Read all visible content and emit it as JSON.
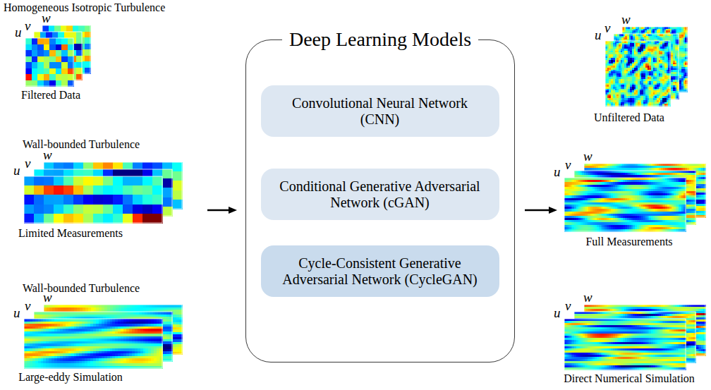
{
  "diagram": {
    "nodes": [
      {
        "text": [
          "Homogeneous Isotropic Turbulence",
          "Filtered Data"
        ]
      },
      {
        "text": [
          "Wall-bounded Turbulence",
          "Limited Measurements"
        ]
      },
      {
        "text": [
          "Wall-bounded Turbulence",
          "Large-eddy Simulation"
        ]
      },
      {
        "text": [
          "Deep Learning Models"
        ]
      },
      {
        "text": [
          "Convolutional Neural Network (CNN)"
        ],
        "in": 3
      },
      {
        "text": [
          "Conditional Generative Adversarial Network (cGAN)"
        ],
        "in": 3
      },
      {
        "text": [
          "Cycle-Consistent Generative Adversarial Network (CycleGAN)"
        ],
        "in": 3
      },
      {
        "text": [
          "Unfiltered Data"
        ]
      },
      {
        "text": [
          "Full Measurements"
        ]
      },
      {
        "text": [
          "Direct Numerical Simulation"
        ]
      }
    ],
    "edges": [
      {
        "from": 1,
        "to": 3,
        "arrow": "to"
      },
      {
        "from": 3,
        "to": 8,
        "arrow": "to"
      }
    ],
    "labels": [
      "u",
      "v",
      "w",
      "u",
      "v",
      "w",
      "u",
      "v",
      "w",
      "u",
      "v",
      "w",
      "u",
      "v",
      "w",
      "u",
      "v",
      "w"
    ]
  }
}
